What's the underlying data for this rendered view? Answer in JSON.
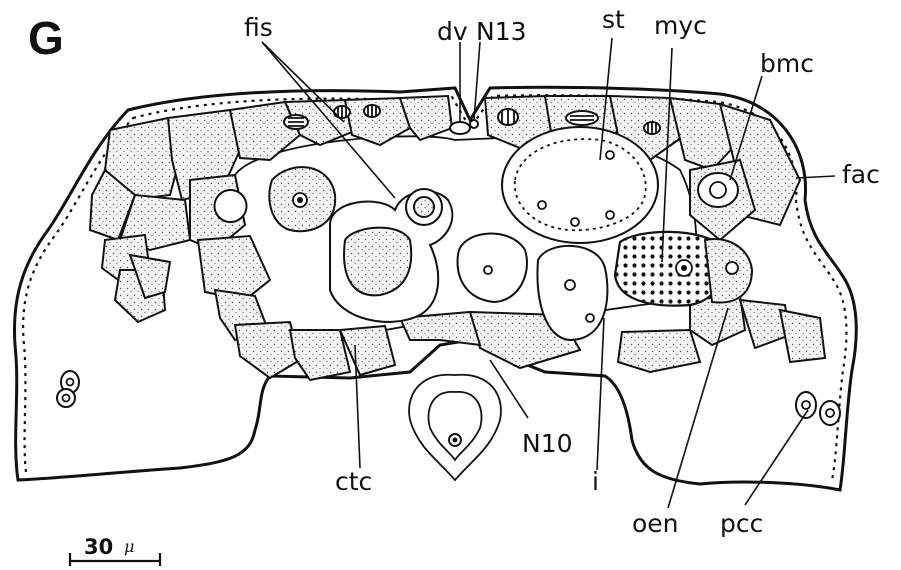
{
  "figure": {
    "panel_letter": "G",
    "labels": {
      "fis": "fis",
      "dv": "dv",
      "n13": "N13",
      "st": "st",
      "myc": "myc",
      "bmc": "bmc",
      "fac": "fac",
      "ctc": "ctc",
      "n10": "N10",
      "i": "i",
      "oen": "oen",
      "pcc": "pcc"
    },
    "scale_bar": {
      "value": "30",
      "unit": "μ"
    }
  }
}
